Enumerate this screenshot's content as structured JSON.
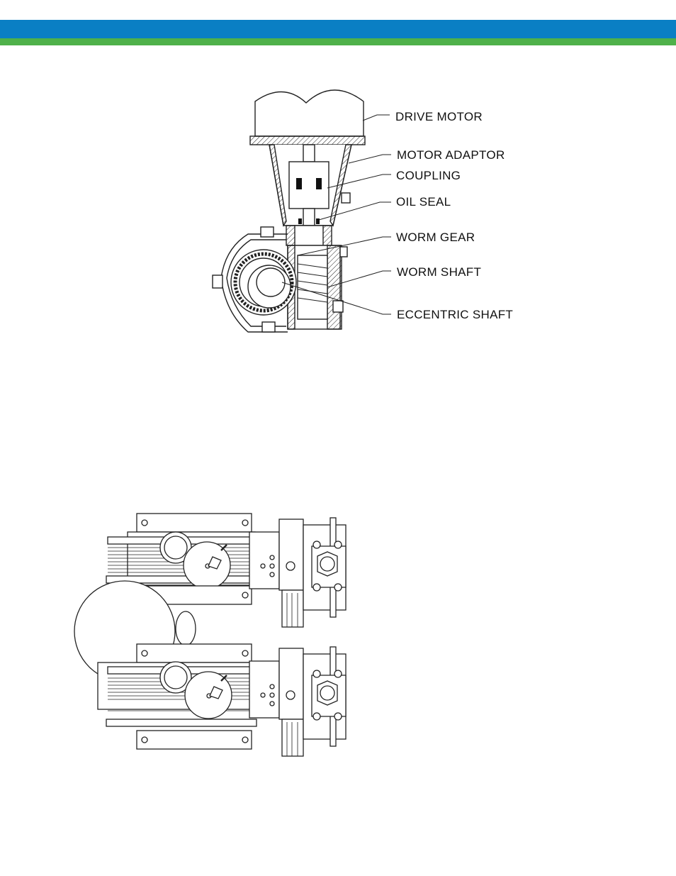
{
  "colors": {
    "header_blue": "#0a7fc4",
    "header_green": "#4fb14a",
    "line": "#222222"
  },
  "figure1": {
    "labels": {
      "drive_motor": "DRIVE  MOTOR",
      "motor_adaptor": "MOTOR  ADAPTOR",
      "coupling": "COUPLING",
      "oil_seal": "OIL  SEAL",
      "worm_gear": "WORM  GEAR",
      "worm_shaft": "WORM  SHAFT",
      "eccentric_shaft": "ECCENTRIC  SHAFT"
    }
  }
}
